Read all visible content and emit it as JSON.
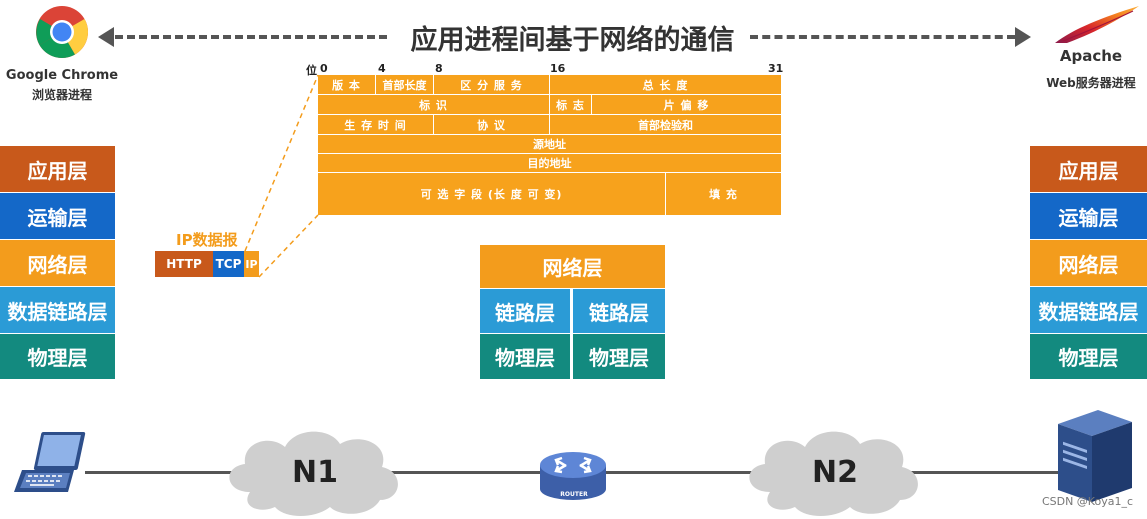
{
  "title": "应用进程间基于网络的通信",
  "client": {
    "name": "Google Chrome",
    "sub": "浏览器进程"
  },
  "server": {
    "name": "Apache",
    "sub": "Web服务器进程"
  },
  "left_stack": [
    "应用层",
    "运输层",
    "网络层",
    "数据链路层",
    "物理层"
  ],
  "right_stack": [
    "应用层",
    "运输层",
    "网络层",
    "数据链路层",
    "物理层"
  ],
  "router_stack": {
    "net": "网络层",
    "link_left": "链路层",
    "link_right": "链路层",
    "phy_left": "物理层",
    "phy_right": "物理层"
  },
  "ip_header": {
    "bits": {
      "pos": "位",
      "b0": "0",
      "b4": "4",
      "b8": "8",
      "b16": "16",
      "b31": "31"
    },
    "row1": {
      "version": "版 本",
      "hlen": "首部长度",
      "tos": "区 分 服 务",
      "total": "总 长 度"
    },
    "row2": {
      "id": "标 识",
      "flags": "标 志",
      "offset": "片 偏 移"
    },
    "row3": {
      "ttl": "生 存 时 间",
      "proto": "协 议",
      "checksum": "首部检验和"
    },
    "src": "源地址",
    "dst": "目的地址",
    "options": "可 选 字 段 (长 度 可 变)",
    "padding": "填 充"
  },
  "datagram": {
    "label": "IP数据报",
    "http": "HTTP",
    "tcp": "TCP",
    "ip": "IP"
  },
  "network": {
    "n1": "N1",
    "n2": "N2",
    "router": "ROUTER"
  },
  "footer": "CSDN @Koya1_c",
  "colors": {
    "application": "#c8591b",
    "transport": "#1468c8",
    "network": "#f39c1c",
    "link": "#2b9bd6",
    "physical": "#138a7f"
  }
}
